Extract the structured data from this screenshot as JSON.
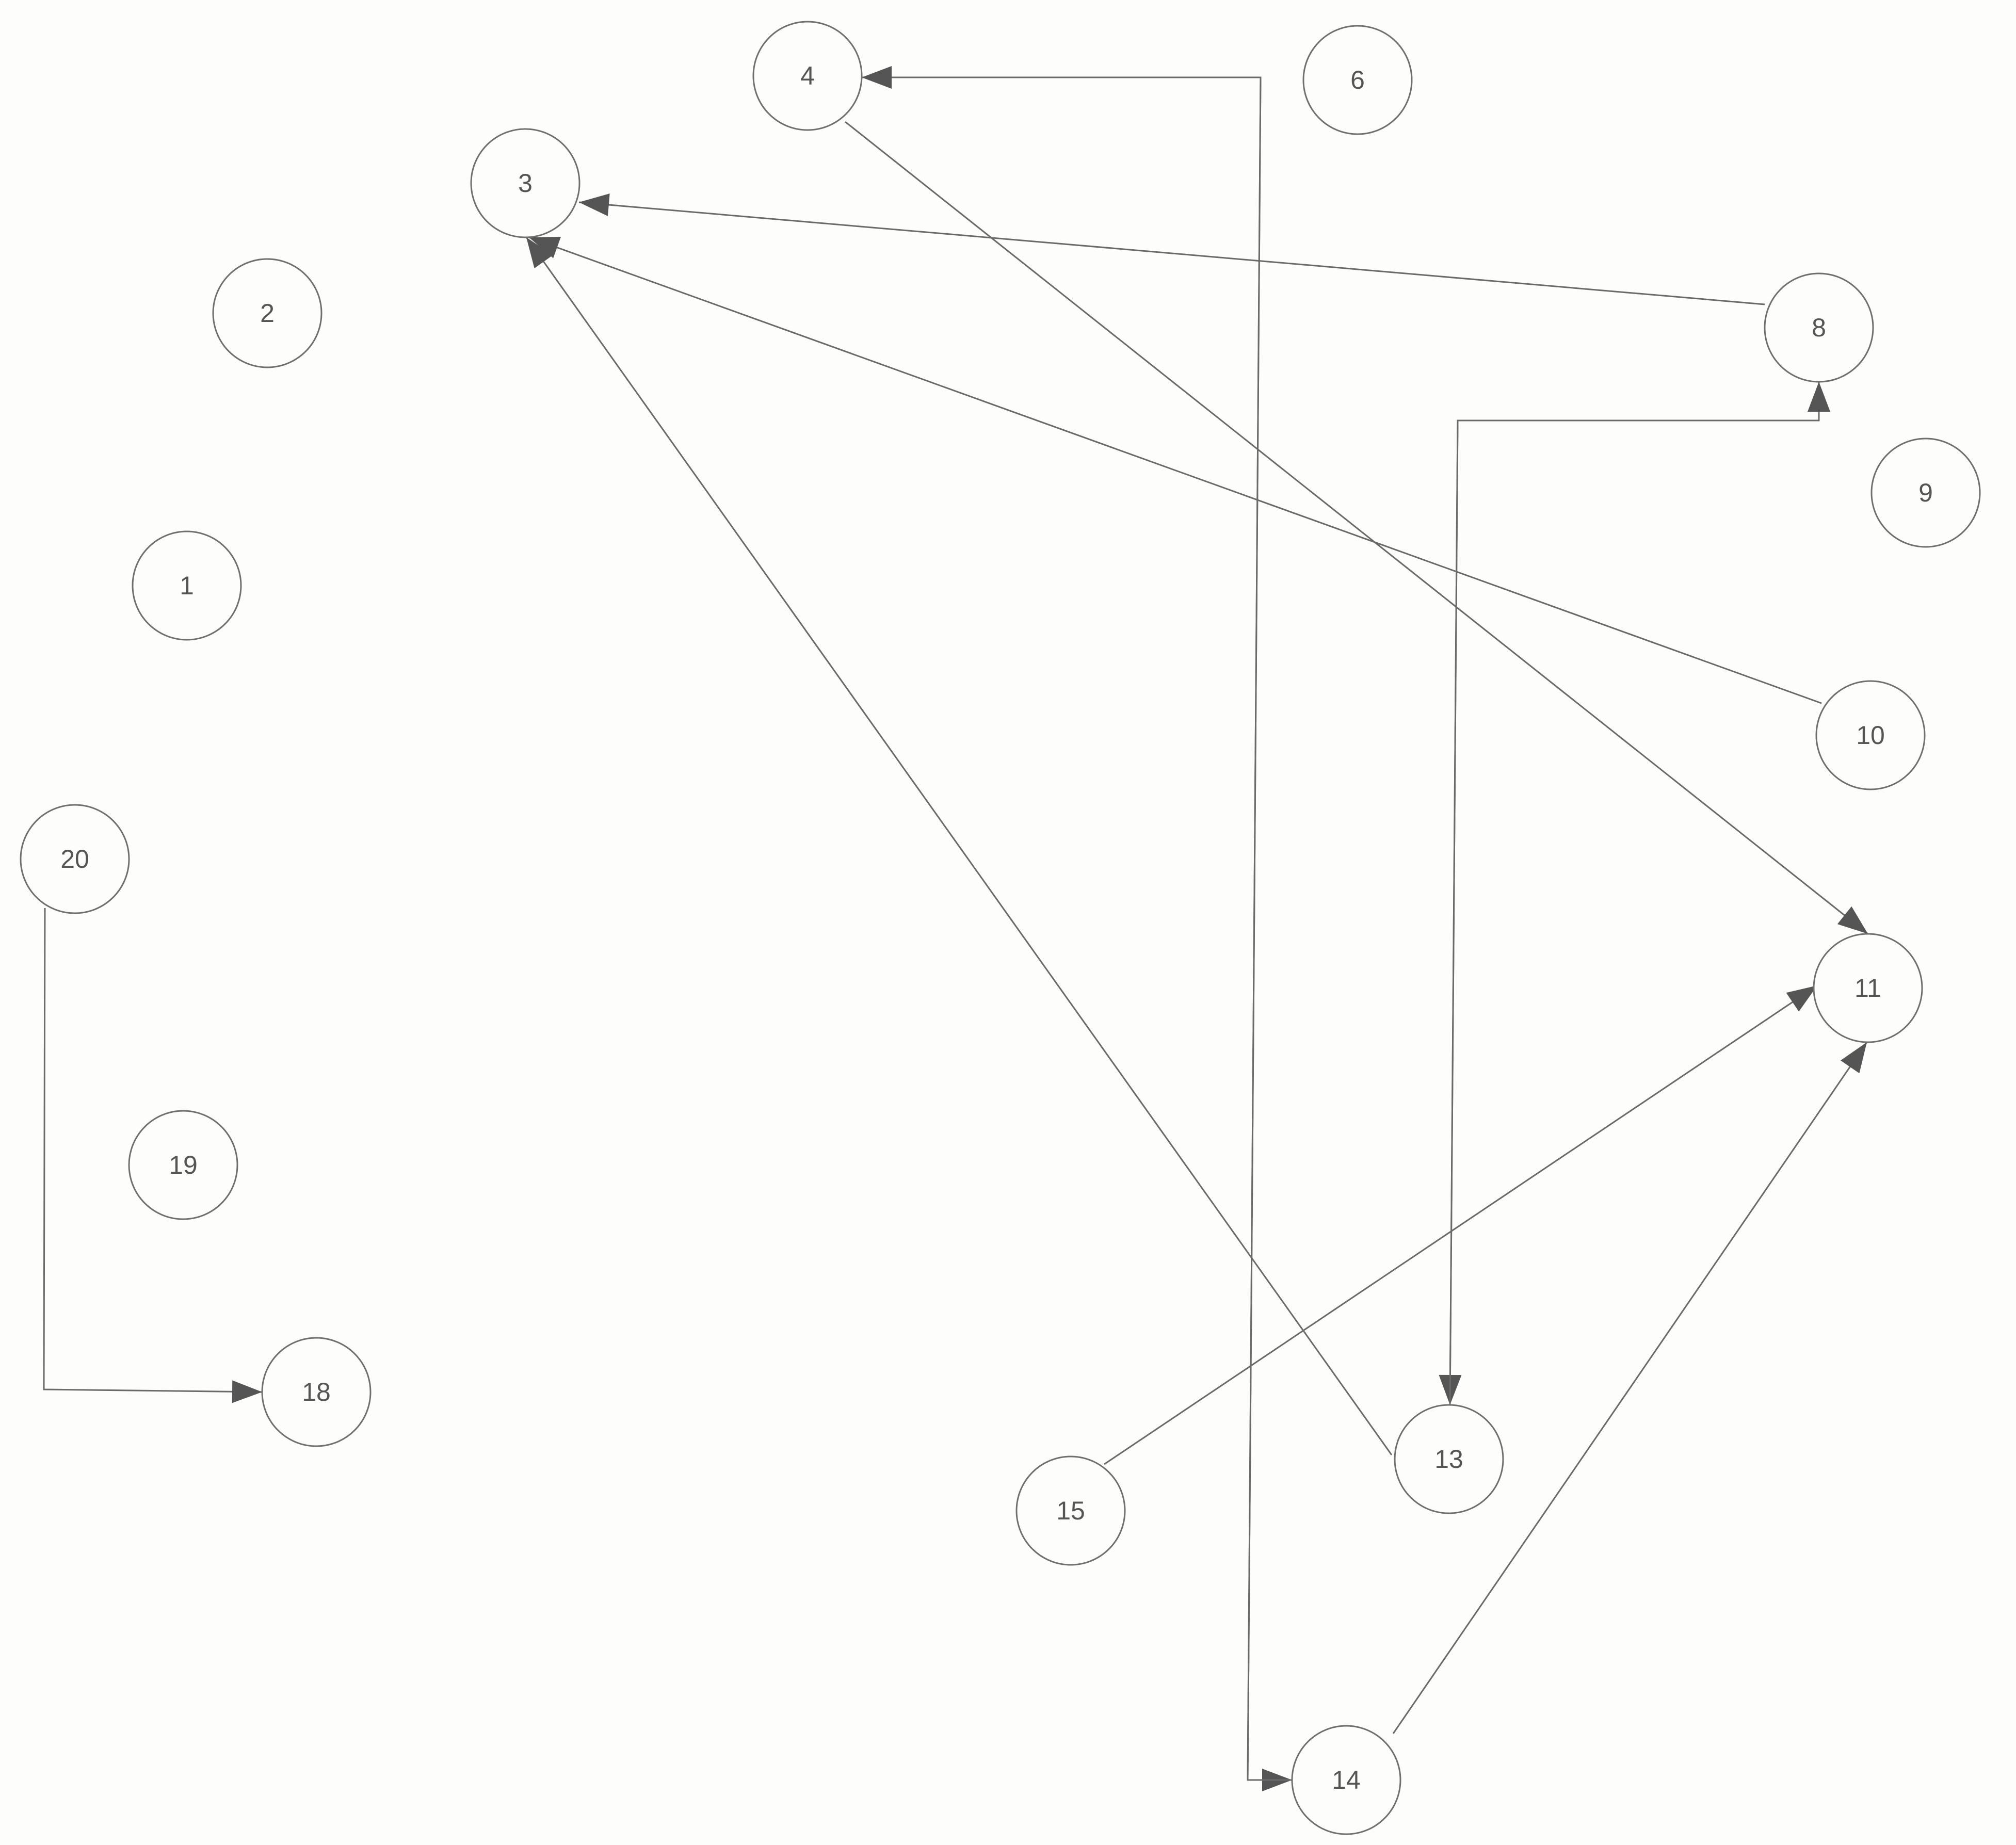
{
  "nodes": [
    {
      "id": "1",
      "label": "1"
    },
    {
      "id": "2",
      "label": "2"
    },
    {
      "id": "3",
      "label": "3"
    },
    {
      "id": "4",
      "label": "4"
    },
    {
      "id": "6",
      "label": "6"
    },
    {
      "id": "8",
      "label": "8"
    },
    {
      "id": "9",
      "label": "9"
    },
    {
      "id": "10",
      "label": "10"
    },
    {
      "id": "11",
      "label": "11"
    },
    {
      "id": "13",
      "label": "13"
    },
    {
      "id": "14",
      "label": "14"
    },
    {
      "id": "15",
      "label": "15"
    },
    {
      "id": "18",
      "label": "18"
    },
    {
      "id": "19",
      "label": "19"
    },
    {
      "id": "20",
      "label": "20"
    }
  ],
  "edges": [
    {
      "from": "4",
      "to": "11"
    },
    {
      "from": "8",
      "to": "3"
    },
    {
      "from": "10",
      "to": "3"
    },
    {
      "from": "13",
      "to": "3"
    },
    {
      "from": "8",
      "to": "13"
    },
    {
      "from": "13",
      "to": "8"
    },
    {
      "from": "4",
      "to": "14"
    },
    {
      "from": "14",
      "to": "4"
    },
    {
      "from": "15",
      "to": "11"
    },
    {
      "from": "14",
      "to": "11"
    },
    {
      "from": "20",
      "to": "18"
    }
  ],
  "colors": {
    "node_stroke": "#6f6f6f",
    "edge_stroke": "#6a6a6a",
    "arrow_fill": "#555555",
    "label_color": "#555555",
    "background": "#fdfdfb"
  }
}
